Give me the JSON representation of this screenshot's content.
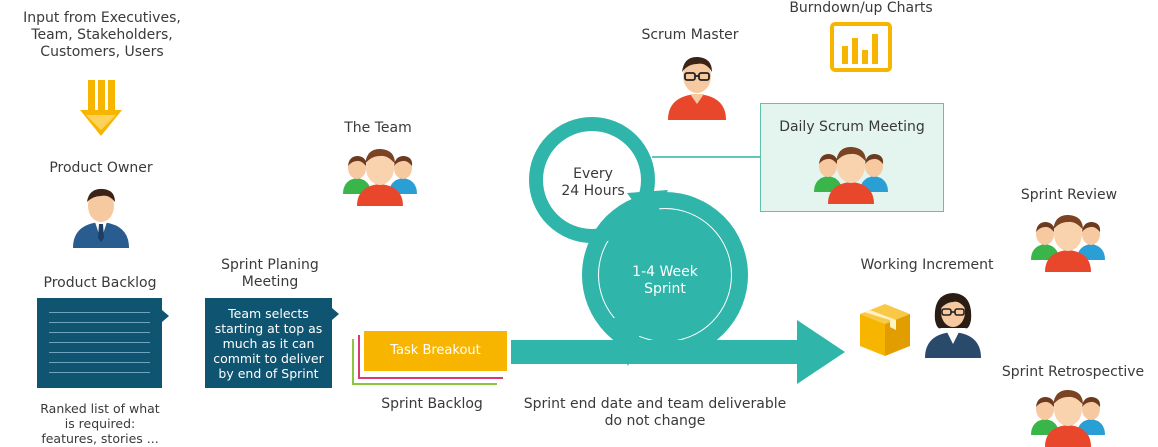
{
  "labels": {
    "input": "Input from Executives,\nTeam, Stakeholders,\nCustomers, Users",
    "product_owner": "Product Owner",
    "product_backlog": "Product Backlog",
    "ranked": "Ranked list of what\nis required:\nfeatures, stories ...",
    "sprint_planning": "Sprint Planing\nMeeting",
    "team_selects": "Team selects\nstarting at top as\nmuch as it can\ncommit to deliver\nby end of Sprint",
    "the_team": "The Team",
    "task_breakout": "Task Breakout",
    "sprint_backlog": "Sprint Backlog",
    "scrum_master": "Scrum Master",
    "burndown": "Burndown/up Charts",
    "daily_scrum": "Daily Scrum Meeting",
    "every_24": "Every\n24 Hours",
    "sprint_length": "1-4 Week\nSprint",
    "end_date": "Sprint end date and team deliverable\ndo not change",
    "sprint_review": "Sprint Review",
    "working_increment": "Working Increment",
    "sprint_retro": "Sprint Retrospective"
  },
  "colors": {
    "teal": "#2fb5a9",
    "navy": "#0f5470",
    "yellow": "#f7b500",
    "pink": "#d83b6c",
    "green": "#8cc63f",
    "daily_bg": "#e3f5ee",
    "daily_border": "#5ec3a8"
  },
  "icons": [
    "down-arrows-icon",
    "product-owner-icon",
    "team-icon",
    "scrum-master-icon",
    "burndown-chart-icon",
    "daily-team-icon",
    "review-team-icon",
    "box-icon",
    "woman-icon",
    "retro-team-icon"
  ]
}
